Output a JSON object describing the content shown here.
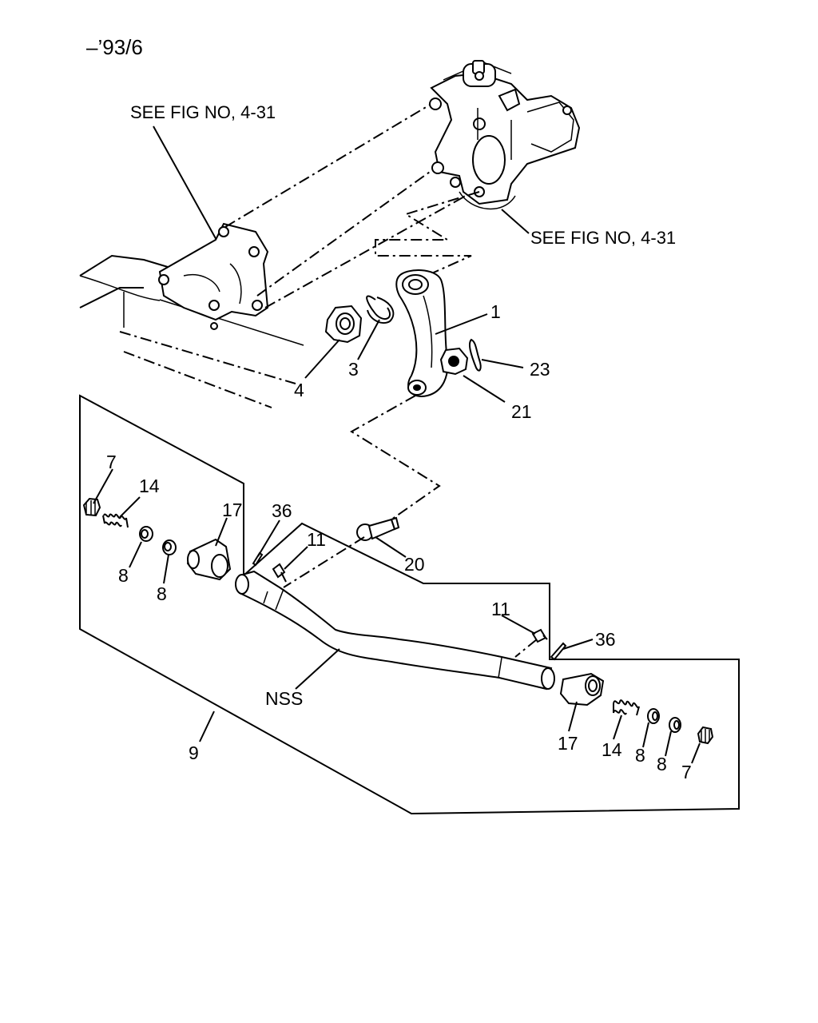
{
  "header": {
    "date_code": "–’93/6"
  },
  "references": {
    "upper_left": "SEE FIG NO, 4-31",
    "right": "SEE FIG NO, 4-31"
  },
  "callouts": {
    "c1": "1",
    "c3": "3",
    "c4": "4",
    "c21": "21",
    "c23": "23",
    "c7_left": "7",
    "c14_left": "14",
    "c17_left": "17",
    "c36_left": "36",
    "c11_left": "11",
    "c20": "20",
    "c8_left_a": "8",
    "c8_left_b": "8",
    "c11_right": "11",
    "c36_right": "36",
    "nss": "NSS",
    "c9": "9",
    "c17_right": "17",
    "c14_right": "14",
    "c8_right_a": "8",
    "c8_right_b": "8",
    "c7_right": "7"
  }
}
